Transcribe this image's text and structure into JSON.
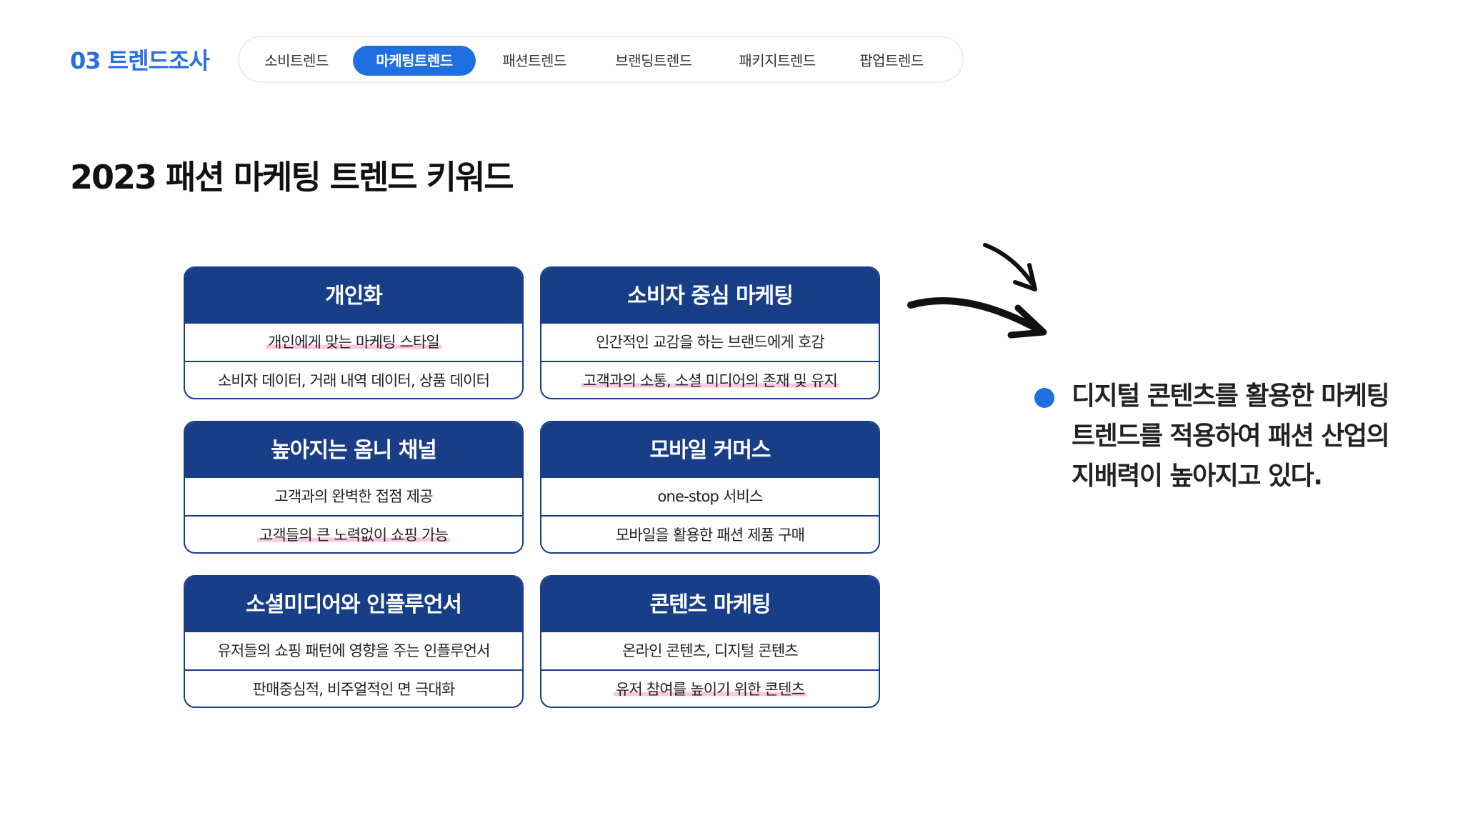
{
  "section_label": "03 트렌드조사",
  "tabs": [
    {
      "label": "소비트렌드",
      "active": false
    },
    {
      "label": "마케팅트렌드",
      "active": true
    },
    {
      "label": "패션트렌드",
      "active": false
    },
    {
      "label": "브랜딩트렌드",
      "active": false
    },
    {
      "label": "패키지트렌드",
      "active": false
    },
    {
      "label": "팝업트렌드",
      "active": false
    }
  ],
  "page_title": "2023 패션 마케팅 트렌드 키워드",
  "cards": [
    {
      "title": "개인화",
      "rows": [
        {
          "text": "개인에게 맞는 마케팅 스타일",
          "highlight": true
        },
        {
          "text": "소비자 데이터, 거래 내역 데이터, 상품 데이터",
          "highlight": false
        }
      ]
    },
    {
      "title": "소비자 중심 마케팅",
      "rows": [
        {
          "text": "인간적인 교감을 하는 브랜드에게 호감",
          "highlight": false
        },
        {
          "text": "고객과의 소통, 소셜 미디어의 존재 및 유지",
          "highlight": true
        }
      ]
    },
    {
      "title": "높아지는 옴니 채널",
      "rows": [
        {
          "text": "고객과의 완벽한 접점 제공",
          "highlight": false
        },
        {
          "text": "고객들의 큰 노력없이 쇼핑 가능",
          "highlight": true
        }
      ]
    },
    {
      "title": "모바일 커머스",
      "rows": [
        {
          "text": "one-stop 서비스",
          "highlight": false
        },
        {
          "text": "모바일을 활용한 패션 제품 구매",
          "highlight": false
        }
      ]
    },
    {
      "title": "소셜미디어와 인플루언서",
      "rows": [
        {
          "text": "유저들의 쇼핑 패턴에 영향을 주는 인플루언서",
          "highlight": false
        },
        {
          "text": "판매중심적, 비주얼적인 면 극대화",
          "highlight": false
        }
      ]
    },
    {
      "title": "콘텐츠 마케팅",
      "rows": [
        {
          "text": "온라인 콘텐츠, 디지털 콘텐츠",
          "highlight": false
        },
        {
          "text": "유저 참여를 높이기 위한 콘텐츠",
          "highlight": true
        }
      ]
    }
  ],
  "note": {
    "lines": [
      "디지털 콘텐츠를 활용한 마케팅",
      "트렌드를 적용하여 패션 산업의",
      "지배력이 높아지고 있다."
    ],
    "accent_color": "#1f6fe0"
  },
  "colors": {
    "brand_blue": "#2b6fdc",
    "card_navy": "#173e86",
    "highlight_pink": "#f8c7e2"
  },
  "icons": [
    "brush-arrow-icon",
    "bullet-dot-icon"
  ]
}
